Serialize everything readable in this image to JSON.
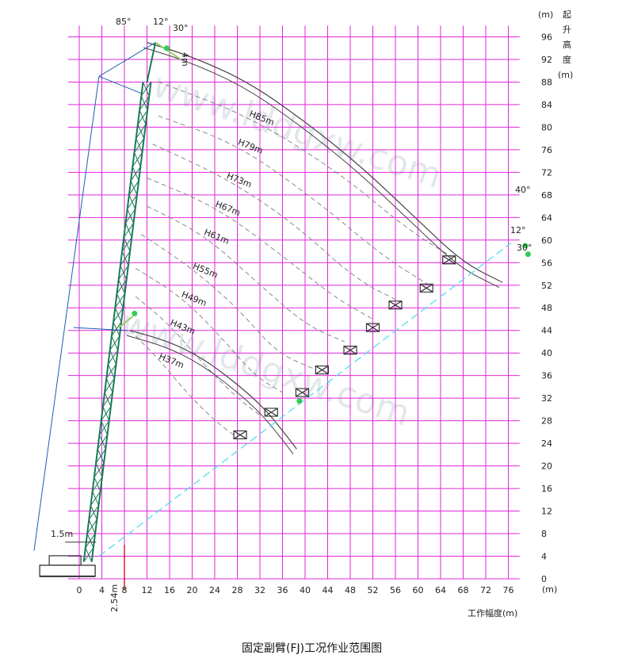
{
  "chart_data": {
    "type": "line",
    "title": "固定副臂(FJ)工况作业范围图",
    "xlabel": "工作幅度(m)",
    "x_unit": "(m)",
    "ylabel": "起升高度(m)",
    "y_unit": "(m)",
    "ylabel_chars": [
      "起",
      "升",
      "高",
      "度",
      "(m)"
    ],
    "xlim": [
      0,
      78
    ],
    "ylim": [
      0,
      98
    ],
    "x_ticks": [
      0,
      4,
      8,
      12,
      16,
      20,
      24,
      28,
      32,
      36,
      40,
      44,
      48,
      52,
      56,
      60,
      64,
      68,
      72,
      76
    ],
    "y_ticks": [
      0,
      4,
      8,
      12,
      16,
      20,
      24,
      28,
      32,
      36,
      40,
      44,
      48,
      52,
      56,
      60,
      64,
      68,
      72,
      76,
      80,
      84,
      88,
      92,
      96
    ],
    "grid": true,
    "grid_color": "#e026d8",
    "boom_color": "#1a7a55",
    "jib_color": "#99cc66",
    "arc_color": "#444444",
    "dash_color": "#55ddee",
    "envelopes": [
      {
        "points": [
          [
            12,
            95
          ],
          [
            20,
            92.5
          ],
          [
            30,
            88
          ],
          [
            40,
            81
          ],
          [
            50,
            73
          ],
          [
            60,
            63.5
          ],
          [
            68,
            56
          ],
          [
            75,
            52.5
          ]
        ]
      },
      {
        "points": [
          [
            9,
            44
          ],
          [
            16,
            42
          ],
          [
            22,
            39
          ],
          [
            28,
            34.5
          ],
          [
            33,
            30
          ],
          [
            37,
            25
          ],
          [
            38.5,
            23
          ]
        ]
      }
    ],
    "series": [
      {
        "name": "H85m",
        "x": [
          14,
          30,
          46,
          58,
          66
        ],
        "y": [
          88,
          82,
          72,
          62,
          57
        ]
      },
      {
        "name": "H79m",
        "x": [
          14,
          28,
          42,
          54,
          62
        ],
        "y": [
          82,
          77,
          67,
          57,
          52
        ]
      },
      {
        "name": "H73m",
        "x": [
          13,
          26,
          38,
          49,
          57
        ],
        "y": [
          77,
          71,
          63,
          53,
          49
        ]
      },
      {
        "name": "H67m",
        "x": [
          12,
          24,
          35,
          45,
          52
        ],
        "y": [
          71,
          66,
          58,
          50,
          46
        ]
      },
      {
        "name": "H61m",
        "x": [
          12,
          22,
          31,
          40,
          47
        ],
        "y": [
          66,
          61,
          53,
          45,
          42
        ]
      },
      {
        "name": "H55m",
        "x": [
          11,
          20,
          28,
          35,
          42
        ],
        "y": [
          61,
          55,
          48,
          40,
          37
        ]
      },
      {
        "name": "H49m",
        "x": [
          10,
          18,
          25,
          31,
          36
        ],
        "y": [
          55,
          50,
          43,
          36,
          33
        ]
      },
      {
        "name": "H43m",
        "x": [
          10,
          16,
          22,
          28,
          32
        ],
        "y": [
          50,
          45,
          38,
          32,
          29
        ]
      },
      {
        "name": "H37m",
        "x": [
          9,
          14,
          19,
          24,
          28
        ],
        "y": [
          44,
          39,
          33,
          28,
          25
        ]
      }
    ],
    "trusses": [
      [
        28.5,
        25.5
      ],
      [
        34,
        29.5
      ],
      [
        39.5,
        33
      ],
      [
        43,
        37
      ],
      [
        48,
        40.5
      ],
      [
        52,
        44.5
      ],
      [
        56,
        48.5
      ],
      [
        61.5,
        51.5
      ],
      [
        65.5,
        56.5
      ]
    ],
    "dash_line": [
      [
        3.5,
        4
      ],
      [
        76.5,
        59.5
      ]
    ],
    "annotations": {
      "angle_85": "85°",
      "angle_12_top": "12°",
      "angle_30_top": "30°",
      "len_4m": "4m",
      "angle_40_right": "40°",
      "angle_12_right": "12°",
      "angle_30_right": "30°",
      "dim_1_5": "1.5m",
      "dim_2_54": "2.54m"
    },
    "watermark": "www.lddgxw.com"
  }
}
